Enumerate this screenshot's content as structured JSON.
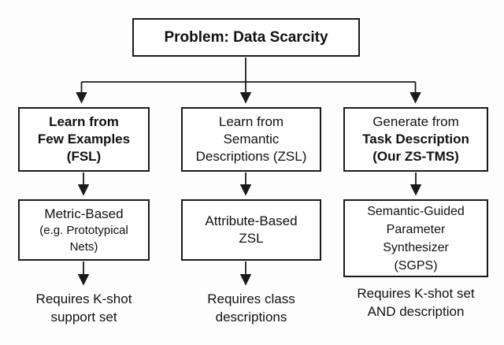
{
  "diagram": {
    "title": "Problem: Data Scarcity",
    "columns": [
      {
        "approach": {
          "line1": "Learn from",
          "line2": "Few Examples",
          "line3": "(FSL)"
        },
        "method": {
          "line1": "Metric-Based",
          "line2": "(e.g. Prototypical",
          "line3": "Nets)"
        },
        "requirement": {
          "line1": "Requires K-shot",
          "line2": "support set"
        }
      },
      {
        "approach": {
          "line1": "Learn from",
          "line2": "Semantic",
          "line3": "Descriptions (ZSL)"
        },
        "method": {
          "line1": "Attribute-Based",
          "line2": "ZSL"
        },
        "requirement": {
          "line1": "Requires class",
          "line2": "descriptions"
        }
      },
      {
        "approach": {
          "line1": "Generate from",
          "line2": "Task Description",
          "line3": "(Our ZS-TMS)"
        },
        "method": {
          "line1": "Semantic-Guided",
          "line2": "Parameter",
          "line3": "Synthesizer",
          "line4": "(SGPS)"
        },
        "requirement": {
          "line1": "Requires K-shot set",
          "line2": "AND description"
        }
      }
    ]
  },
  "colors": {
    "ink": "#1a1a1a",
    "background": "#fdfdfd"
  }
}
